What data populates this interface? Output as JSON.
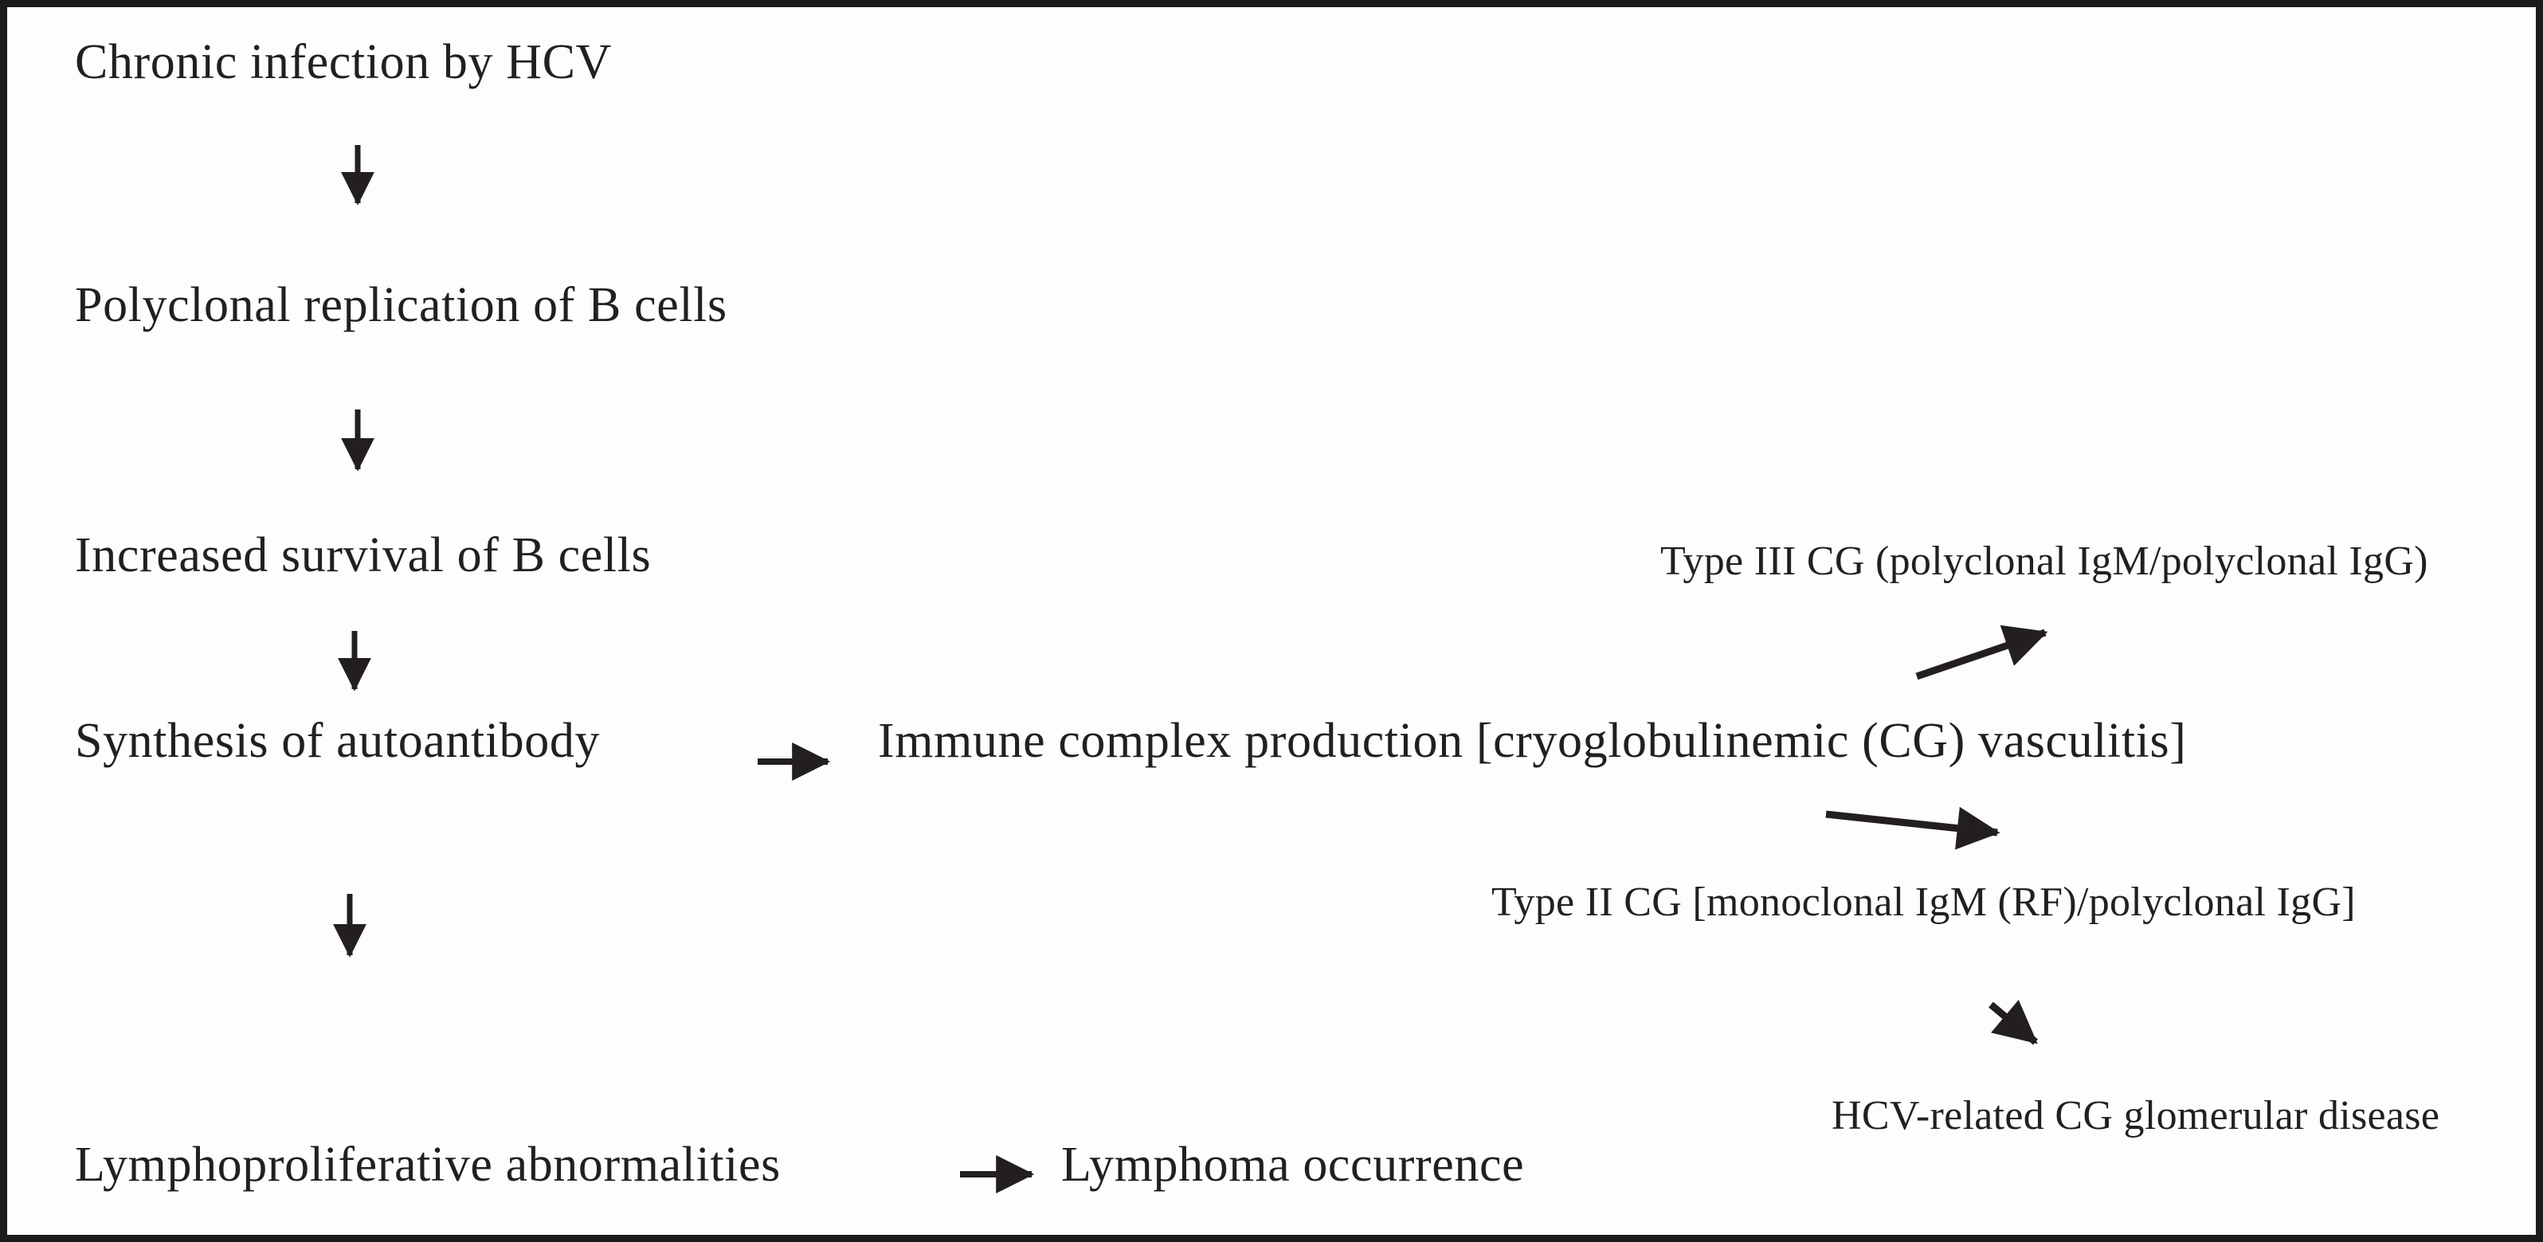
{
  "diagram": {
    "description": "Flow diagram of chronic HCV infection leading to cryoglobulinemic vasculitis, glomerular disease and lymphoma",
    "colors": {
      "text": "#231f20",
      "border": "#1c1a1b",
      "background": "#ffffff"
    },
    "nodes": {
      "chronic_infection": "Chronic infection by HCV",
      "polyclonal_replication": "Polyclonal replication of B cells",
      "increased_survival": "Increased survival of B cells",
      "synthesis_autoantibody": "Synthesis of autoantibody",
      "immune_complex": "Immune complex production [cryoglobulinemic (CG) vasculitis]",
      "type_iii_cg": "Type III CG (polyclonal IgM/polyclonal IgG)",
      "type_ii_cg": "Type II CG [monoclonal IgM (RF)/polyclonal IgG]",
      "hcv_related": "HCV-related CG glomerular disease",
      "lymphoproliferative": "Lymphoproliferative abnormalities",
      "lymphoma": "Lymphoma occurrence"
    },
    "edges": [
      {
        "from": "chronic_infection",
        "to": "polyclonal_replication",
        "style": "down-arrow"
      },
      {
        "from": "polyclonal_replication",
        "to": "increased_survival",
        "style": "down-arrow"
      },
      {
        "from": "increased_survival",
        "to": "synthesis_autoantibody",
        "style": "down-arrow"
      },
      {
        "from": "synthesis_autoantibody",
        "to": "immune_complex",
        "style": "right-arrow"
      },
      {
        "from": "immune_complex",
        "to": "type_iii_cg",
        "style": "diagonal-up-right-arrow"
      },
      {
        "from": "immune_complex",
        "to": "type_ii_cg",
        "style": "diagonal-down-right-arrow"
      },
      {
        "from": "type_ii_cg",
        "to": "hcv_related",
        "style": "diagonal-down-right-arrow"
      },
      {
        "from": "synthesis_autoantibody",
        "to": "lymphoproliferative",
        "style": "down-arrow"
      },
      {
        "from": "lymphoproliferative",
        "to": "lymphoma",
        "style": "right-arrow"
      }
    ]
  }
}
